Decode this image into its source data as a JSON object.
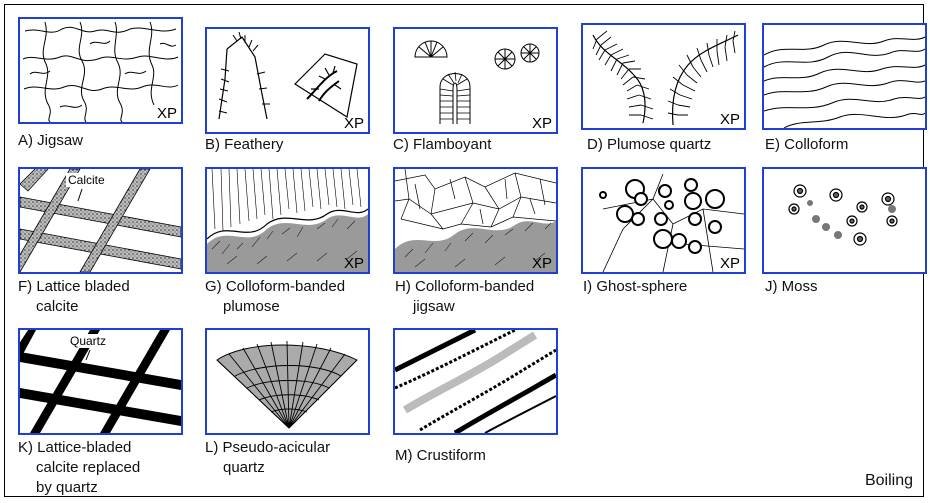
{
  "xp_label": "XP",
  "footer_label": "Boiling",
  "panels": [
    {
      "id": "A",
      "caption1": "A) Jigsaw",
      "caption2": "",
      "xp": true
    },
    {
      "id": "B",
      "caption1": "B) Feathery",
      "caption2": "",
      "xp": true
    },
    {
      "id": "C",
      "caption1": "C) Flamboyant",
      "caption2": "",
      "xp": true
    },
    {
      "id": "D",
      "caption1": "D) Plumose quartz",
      "caption2": "",
      "xp": true
    },
    {
      "id": "E",
      "caption1": "E) Colloform",
      "caption2": "",
      "xp": false
    },
    {
      "id": "F",
      "caption1": "F) Lattice bladed",
      "caption2": "calcite",
      "xp": false,
      "inner_label": "Calcite"
    },
    {
      "id": "G",
      "caption1": "G) Colloform-banded",
      "caption2": "plumose",
      "xp": true
    },
    {
      "id": "H",
      "caption1": "H) Colloform-banded",
      "caption2": "jigsaw",
      "xp": true
    },
    {
      "id": "I",
      "caption1": "I) Ghost-sphere",
      "caption2": "",
      "xp": true
    },
    {
      "id": "J",
      "caption1": "J) Moss",
      "caption2": "",
      "xp": false
    },
    {
      "id": "K",
      "caption1": "K) Lattice-bladed",
      "caption2": "calcite replaced",
      "caption3": "by quartz",
      "xp": false,
      "inner_label": "Quartz"
    },
    {
      "id": "L",
      "caption1": "L) Pseudo-acicular",
      "caption2": "quartz",
      "xp": false
    },
    {
      "id": "M",
      "caption1": "M) Crustiform",
      "caption2": "",
      "xp": false
    }
  ],
  "colors": {
    "panel_border": "#1f3fd6",
    "ink": "#000000"
  }
}
